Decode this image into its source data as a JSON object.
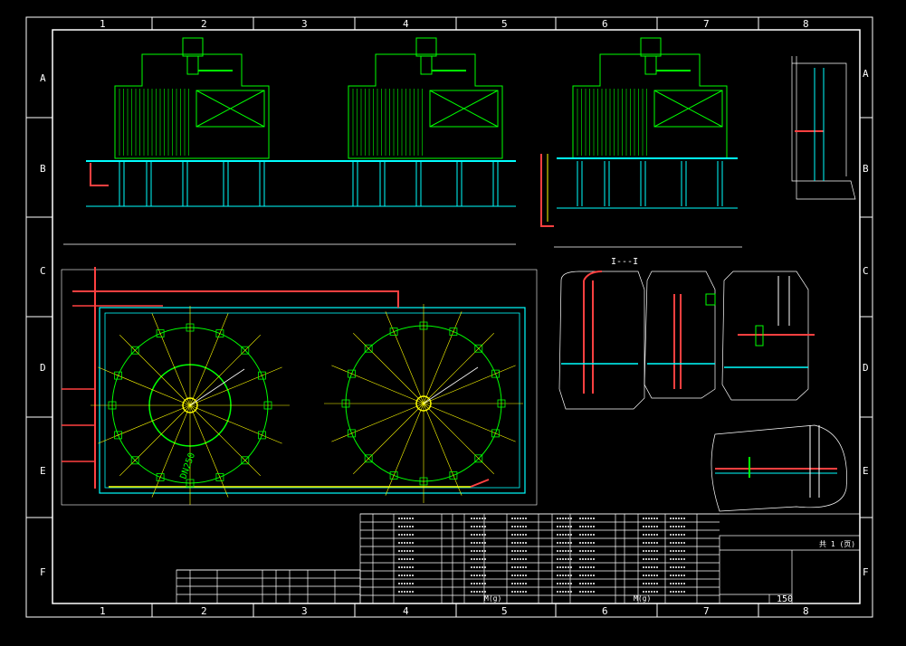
{
  "grid": {
    "columns": [
      "1",
      "2",
      "3",
      "4",
      "5",
      "6",
      "7",
      "8"
    ],
    "rows": [
      "A",
      "B",
      "C",
      "D",
      "E",
      "F"
    ]
  },
  "section_title": "I---I",
  "labels": {
    "bottom_scale_left": "M(g)",
    "bottom_scale_right": "M(g)",
    "scale_value": "150",
    "sheet_count": "共 1 (页)",
    "dim_bottom": "DN250"
  },
  "colors": {
    "background": "#000000",
    "frame": "#ffffff",
    "tower": "#00ff00",
    "pipe": "#00ffff",
    "hot_pipe": "#ff4040",
    "accent": "#ffff00",
    "magenta": "#ff00ff"
  }
}
